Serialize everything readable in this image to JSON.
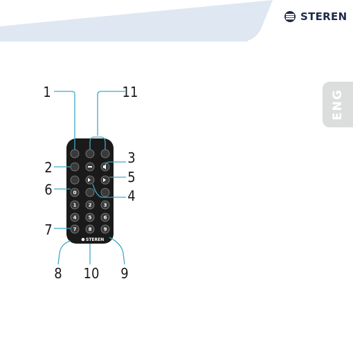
{
  "header": {
    "brand": "STEREN",
    "colors": {
      "band": "#dfe7f2",
      "band_edge": "#eef2f8",
      "tab": "#dcdddd"
    }
  },
  "language_tab": {
    "label": "ENG"
  },
  "remote": {
    "logo": "STEREN",
    "number_keys": [
      "1",
      "2",
      "3",
      "4",
      "5",
      "6",
      "7",
      "8",
      "9"
    ],
    "zero_key": "0",
    "colors": {
      "body": "#1a1a1a",
      "button": "#3a3a3a",
      "button_ring": "#8a8a8a"
    }
  },
  "callouts": [
    "1",
    "2",
    "3",
    "4",
    "5",
    "6",
    "7",
    "8",
    "9",
    "10",
    "11"
  ]
}
